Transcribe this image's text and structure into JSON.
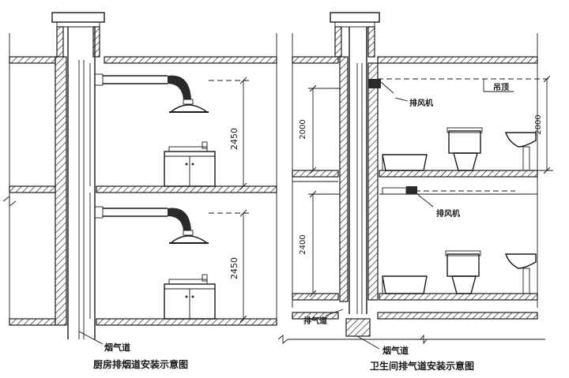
{
  "kitchen": {
    "caption": "厨房排烟道安装示意图",
    "flue_label": "烟气道",
    "dim_upper": "2450",
    "dim_lower": "2450"
  },
  "bathroom": {
    "caption": "卫生间排气道安装示意图",
    "fan_label_upper": "排风机",
    "fan_label_lower": "排风机",
    "ceiling_label": "吊顶",
    "duct_label": "排气道",
    "flue_label": "烟气道",
    "dim_left_upper": "2000",
    "dim_left_lower": "2400",
    "dim_right": "2000"
  },
  "colors": {
    "line": "#1a1a1a",
    "background": "#ffffff"
  }
}
